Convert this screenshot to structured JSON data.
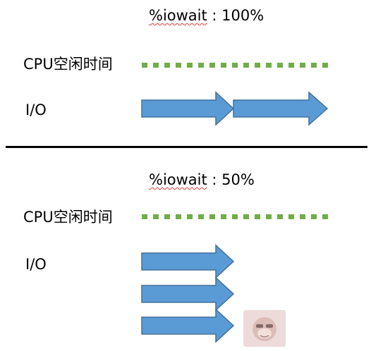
{
  "top": {
    "iowait_word": "%iowait",
    "iowait_value": " : 100%",
    "cpu_label": "CPU空闲时间",
    "io_label": "I/O"
  },
  "bottom": {
    "iowait_word": "%iowait",
    "iowait_value": " :  50%",
    "cpu_label": "CPU空闲时间",
    "io_label": "I/O"
  },
  "colors": {
    "cpu_idle_dots": "#6fad47",
    "io_arrow_fill": "#5b9bd5",
    "io_arrow_stroke": "#41719c",
    "underline": "#e23b3b"
  }
}
